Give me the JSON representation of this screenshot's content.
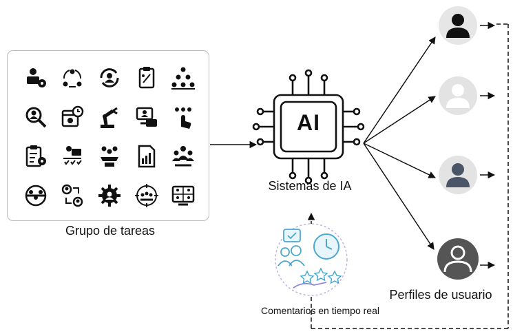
{
  "task_group": {
    "label": "Grupo de tareas",
    "icons": [
      "person-laptop-gear-icon",
      "team-cycle-icon",
      "person-refresh-icon",
      "clipboard-strategy-icon",
      "org-hierarchy-icon",
      "person-search-icon",
      "calendar-clock-icon",
      "robot-arm-icon",
      "person-computer-icon",
      "hand-select-person-icon",
      "clipboard-gear-icon",
      "team-delegation-icon",
      "meeting-table-icon",
      "report-chart-icon",
      "team-group-icon",
      "team-circle-icon",
      "people-exchange-icon",
      "gear-person-icon",
      "target-team-icon",
      "video-conference-icon"
    ]
  },
  "ai_system": {
    "chip_text": "AI",
    "label": "Sistemas de IA",
    "icon": "ai-chip-icon"
  },
  "feedback": {
    "label": "Comentarios en tiempo real",
    "icon": "feedback-illustration-icon"
  },
  "profiles": {
    "label": "Perfiles de usuario",
    "icons": [
      "user-profile-dark-icon",
      "user-profile-light-icon",
      "user-profile-slate-icon",
      "user-profile-outline-icon"
    ]
  },
  "colors": {
    "profile_fills": [
      "#e6e6e6",
      "#e3e3e3",
      "#e3e3e3",
      "#555555"
    ],
    "profile_person": [
      "#111111",
      "#ffffff",
      "#4a5568",
      "#ffffff"
    ],
    "feedback_accent": "#4aa8d0",
    "feedback_ring": "#b9b4e6"
  }
}
